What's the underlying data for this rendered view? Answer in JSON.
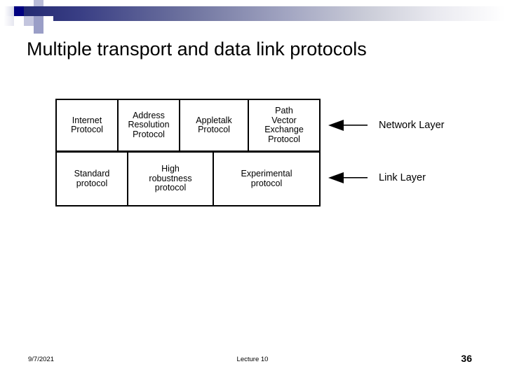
{
  "slide": {
    "title": "Multiple transport and data link protocols",
    "accent_dark": "#232a72",
    "accent_navy": "#000080"
  },
  "diagram": {
    "rows": [
      {
        "name": "network-layer-row",
        "cells": [
          {
            "label": "Internet\nProtocol"
          },
          {
            "label": "Address\nResolution\nProtocol"
          },
          {
            "label": "Appletalk\nProtocol"
          },
          {
            "label": "Path\nVector\nExchange\nProtocol"
          }
        ],
        "marker_label": "Network Layer"
      },
      {
        "name": "link-layer-row",
        "cells": [
          {
            "label": "Standard\nprotocol"
          },
          {
            "label": "High\nrobustness\nprotocol"
          },
          {
            "label": "Experimental\nprotocol"
          }
        ],
        "marker_label": "Link Layer"
      }
    ]
  },
  "footer": {
    "date": "9/7/2021",
    "center": "Lecture 10",
    "page": "36"
  }
}
